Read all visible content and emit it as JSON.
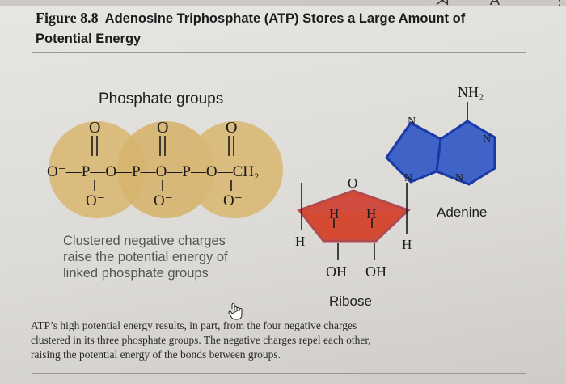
{
  "figure": {
    "number": "Figure 8.8",
    "title_line1": "Adenosine Triphosphate (ATP) Stores a Large Amount of",
    "title_line2": "Potential Energy"
  },
  "labels": {
    "phosphate_groups": "Phosphate groups",
    "adenine": "Adenine",
    "ribose": "Ribose",
    "charges_note": [
      "Clustered negative charges",
      "raise the potential energy of",
      "linked phosphate groups"
    ]
  },
  "atoms": {
    "oxygen": "O",
    "oxygen_minus": "O⁻",
    "phosphorus": "P",
    "hydrogen": "H",
    "nitrogen": "N",
    "ch2": "CH₂",
    "oh": "OH",
    "nh2": "NH₂",
    "bond_chain": "O⁻—P—O—P—O—P—O—CH₂"
  },
  "caption": [
    "ATP’s high potential energy results, in part, from the four negative charges",
    "clustered in its three phosphate groups. The negative charges repel each other,",
    "raising the potential energy of the bonds between groups."
  ],
  "colors": {
    "phosphate_fill": "#d9b874",
    "ribose_fill": "#d44a33",
    "ribose_edge": "#b04a50",
    "adenine_fill": "#3f63c6",
    "adenine_edge": "#1b3aa8"
  }
}
